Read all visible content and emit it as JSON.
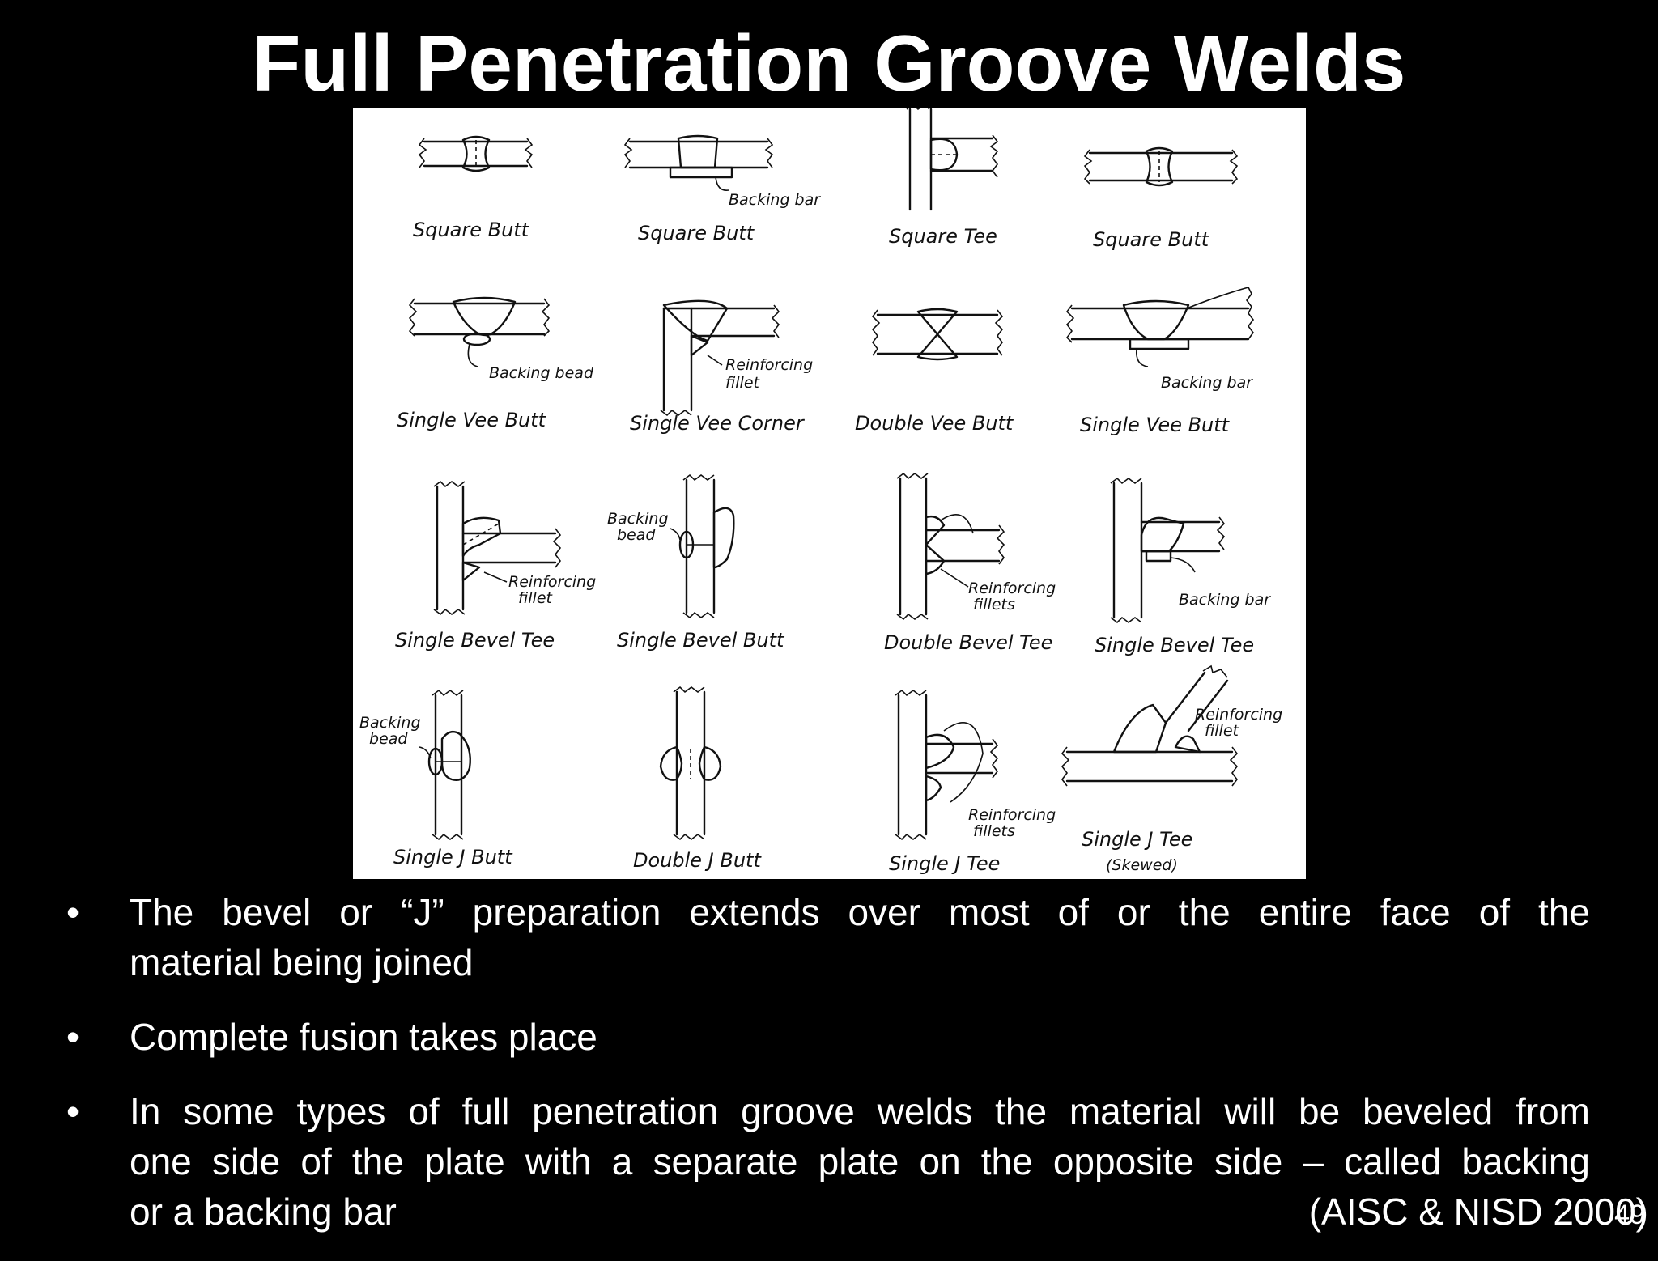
{
  "slide": {
    "title": "Full Penetration Groove Welds",
    "page_number": "49"
  },
  "figure": {
    "rows": [
      [
        {
          "caption": "Square Butt"
        },
        {
          "caption": "Square Butt",
          "note": "Backing bar"
        },
        {
          "caption": "Square Tee"
        },
        {
          "caption": "Square Butt"
        }
      ],
      [
        {
          "caption": "Single Vee Butt",
          "note": "Backing bead"
        },
        {
          "caption": "Single Vee Corner",
          "note1": "Reinforcing",
          "note2": "fillet"
        },
        {
          "caption": "Double Vee Butt"
        },
        {
          "caption": "Single Vee Butt",
          "note": "Backing bar"
        }
      ],
      [
        {
          "caption": "Single Bevel Tee",
          "note1": "Reinforcing",
          "note2": "fillet"
        },
        {
          "caption": "Single Bevel Butt",
          "note1": "Backing",
          "note2": "bead"
        },
        {
          "caption": "Double Bevel Tee",
          "note1": "Reinforcing",
          "note2": "fillets"
        },
        {
          "caption": "Single Bevel Tee",
          "note": "Backing bar"
        }
      ],
      [
        {
          "caption": "Single J Butt",
          "note1": "Backing",
          "note2": "bead"
        },
        {
          "caption": "Double J Butt"
        },
        {
          "caption": "Single J Tee",
          "note1": "Reinforcing",
          "note2": "fillets"
        },
        {
          "caption": "Single J Tee",
          "caption2": "(Skewed)",
          "note1": "Reinforcing",
          "note2": "fillet"
        }
      ]
    ]
  },
  "bullets": [
    {
      "line1": "The bevel or “J” preparation extends over most of or the entire face of the",
      "line2": "material being joined"
    },
    {
      "text": "Complete fusion takes place"
    },
    {
      "line1": "In some types of full penetration groove welds the material will be beveled from",
      "line2": "one side of the plate with a separate plate on the opposite side – called backing",
      "line3": "or a backing bar",
      "citation": "(AISC & NISD 2000)"
    }
  ],
  "bullet_symbol": "•"
}
